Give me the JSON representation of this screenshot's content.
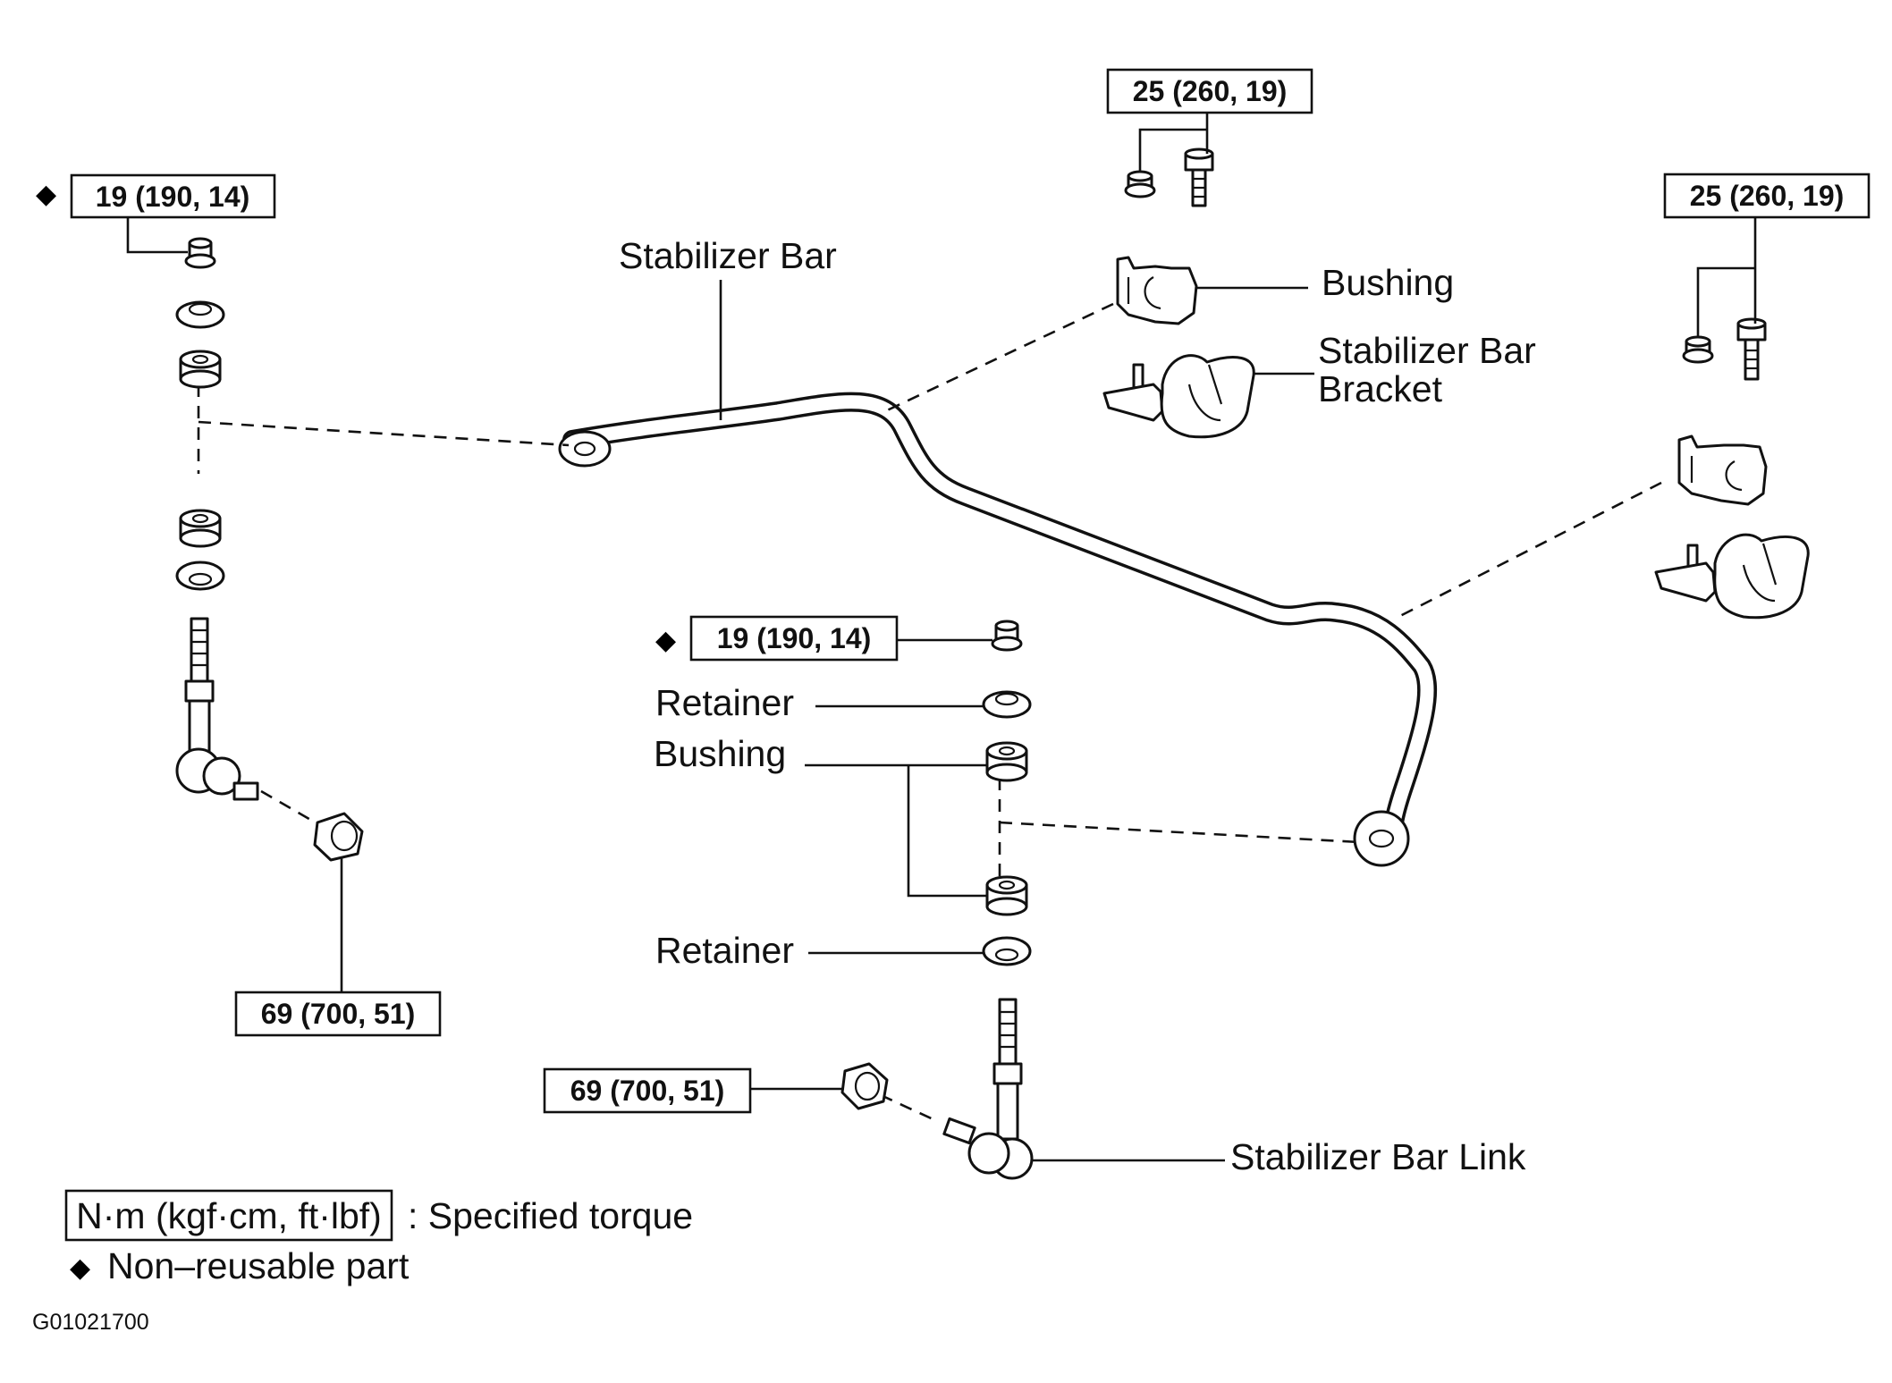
{
  "torque_specs": {
    "left_link_nut": "19 (190, 14)",
    "left_link_lower_nut": "69 (700, 51)",
    "upper_bracket_bolts": "25 (260, 19)",
    "right_bracket_bolts": "25 (260, 19)",
    "center_link_nut": "19 (190, 14)",
    "center_link_lower_nut": "69 (700, 51)"
  },
  "labels": {
    "stabilizer_bar": "Stabilizer Bar",
    "bushing_top": "Bushing",
    "bracket_line1": "Stabilizer Bar",
    "bracket_line2": "Bracket",
    "retainer_upper": "Retainer",
    "bushing_center": "Bushing",
    "retainer_lower": "Retainer",
    "stabilizer_bar_link": "Stabilizer Bar Link"
  },
  "legend": {
    "torque_units": "N·m (kgf·cm, ft·lbf)",
    "torque_desc": ": Specified torque",
    "non_reusable_symbol": "◆",
    "non_reusable_desc": "Non–reusable part"
  },
  "figure_code": "G01021700"
}
